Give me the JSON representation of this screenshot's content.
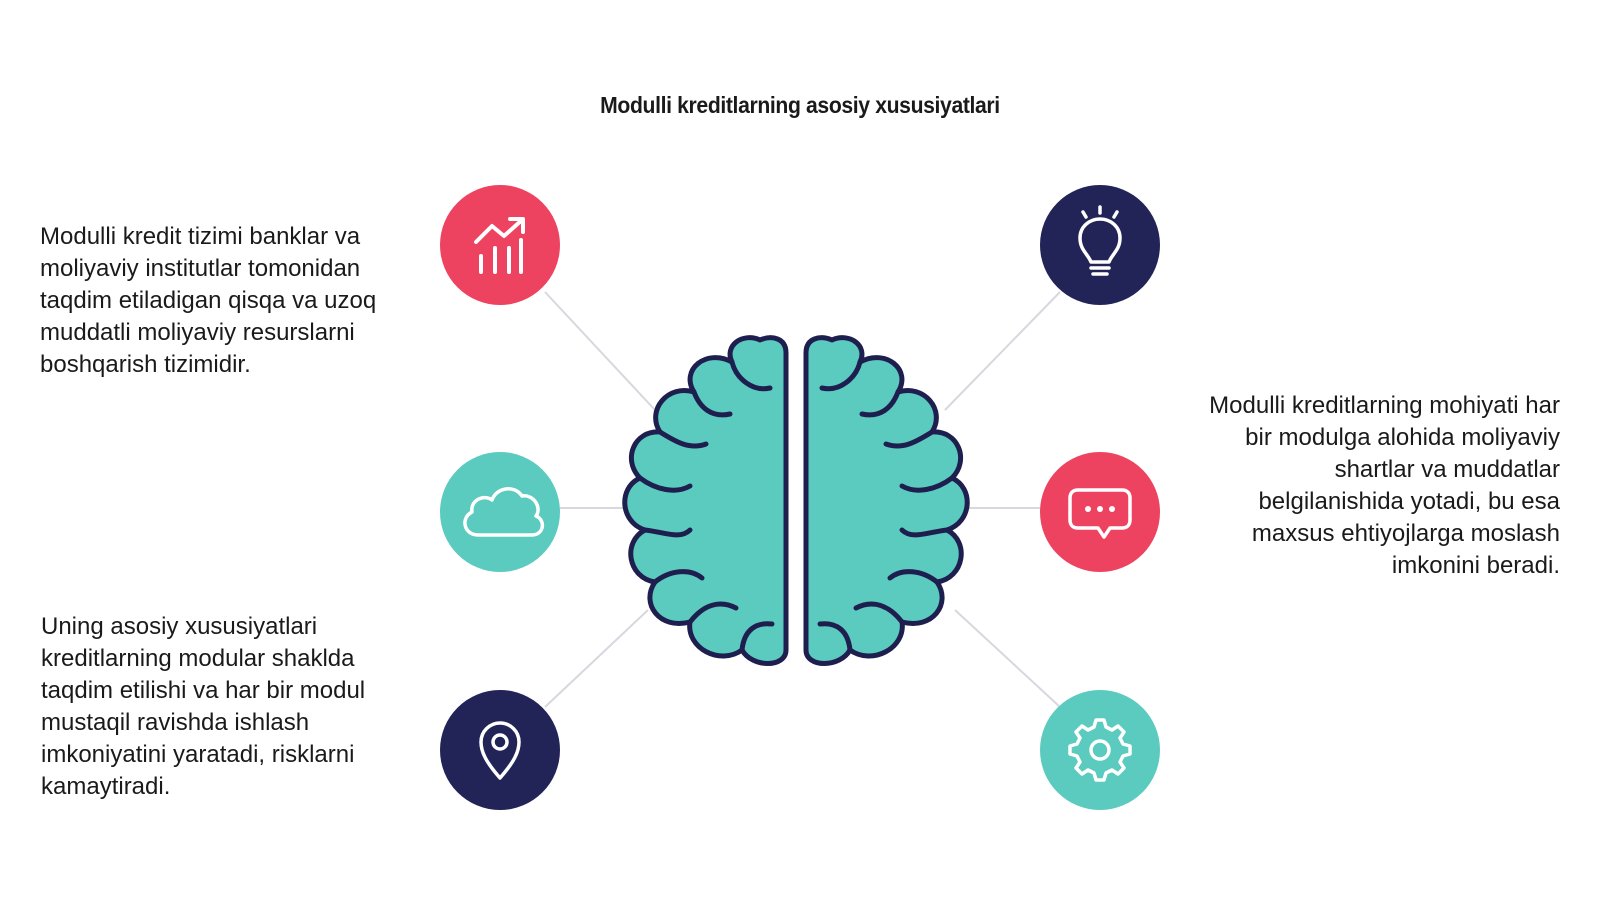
{
  "title": "Modulli kreditlarning asosiy xususiyatlari",
  "paragraphs": {
    "top_left": "Modulli kredit tizimi banklar va moliyaviy institutlar tomonidan taqdim etiladigan qisqa va uzoq muddatli moliyaviy resurslarni boshqarish tizimidir.",
    "bottom_left": "Uning asosiy xususiyatlari kreditlarning modular shaklda taqdim etilishi va har bir modul mustaqil ravishda ishlash imkoniyatini yaratadi, risklarni kamaytiradi.",
    "right": "Modulli kreditlarning mohiyati har bir modulga alohida moliyaviy shartlar va muddatlar belgilanishida yotadi, bu esa maxsus ehtiyojlarga moslash imkonini beradi."
  },
  "icons": {
    "top_left": "growth-chart-icon",
    "middle_left": "cloud-icon",
    "bottom_left": "location-pin-icon",
    "top_right": "lightbulb-icon",
    "middle_right": "chat-bubble-icon",
    "bottom_right": "gear-icon",
    "center": "brain-icon"
  },
  "colors": {
    "red": "#ee4360",
    "navy": "#222458",
    "teal": "#5ccbbf",
    "brain_fill": "#5ccbbf",
    "brain_outline": "#1e1f4f",
    "connector": "#d7d7df"
  }
}
